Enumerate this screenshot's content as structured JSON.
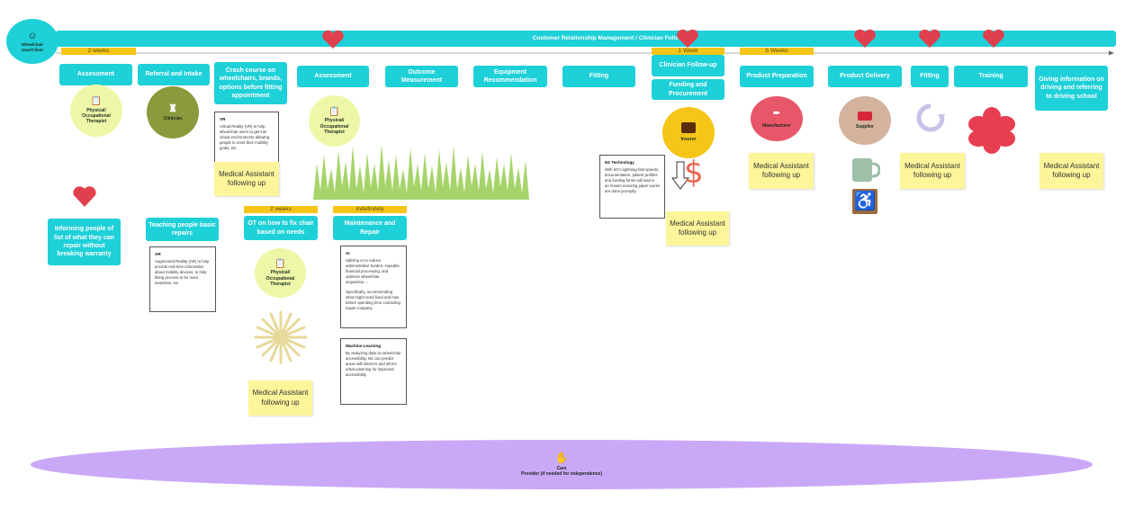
{
  "user": {
    "label": "Wheelchair User/Client",
    "icon": "person-icon"
  },
  "banner": {
    "title": "Customer Relationship Management / Clinician Follow-Up"
  },
  "durations": {
    "two_weeks": "2 weeks",
    "one_week": "1 Week",
    "five_weeks": "5 Weeks",
    "indefinitely": "Indefinitely"
  },
  "stages": {
    "assessment1": "Assessment",
    "referral": "Referral and Intake",
    "crash_course": "Crash course on wheelchairs, brands, options before fitting appointment",
    "assessment2": "Assessment",
    "outcome": "Outcome Measurement",
    "equipment": "Equipment Recommendation",
    "fitting1": "Fitting",
    "clinician_followup": "Clinician Follow-up",
    "funding": "Funding and Procurement",
    "product_prep": "Product Preparation",
    "product_delivery": "Product Delivery",
    "fitting2": "Fitting",
    "training": "Training",
    "driving": "Giving information on driving and referring to driving school",
    "informing": "Informing people of list of what they can repair without breaking warranty",
    "teaching": "Teaching people basic repairs",
    "ot_fix": "OT on how to fix chair based on needs",
    "maintenance": "Maintenance and Repair"
  },
  "actors": {
    "therapist": "Physical/ Occupational Therapist",
    "clinician": "Clinician",
    "insurer": "Insurer",
    "manufacturer": "Manufacturer",
    "supplier": "Supplier"
  },
  "sticky_notes": {
    "medical_assistant": "Medical Assistant following up"
  },
  "notes": {
    "vr": {
      "title": "VR",
      "body": "Virtual Reality (VR) to help wheelchair users to get into virtual environments allowing people to meet their mobility goals, etc."
    },
    "ar": {
      "title": "AR",
      "body": "Augmented Reality (AR) to help provide real-time information about mobility devices, to help fitting process to be more seamless, etc."
    },
    "ai": {
      "title": "AI",
      "body1": "Utilizing AI to reduce administrative burden, expedite financial processing, and optimize wheelchair acquisition....",
      "body2": "Specifically, recommending what might need fixed and how before spending time contacting repair company"
    },
    "ml": {
      "title": "Machine Learning",
      "body": "By analyzing data on wheelchair accessibility, ML can predict areas with barriers and inform urban planning for improved accessibility."
    },
    "fiveg": {
      "title": "5G Technology",
      "body": "With 5G's lightning-fast speeds, documentation, patient profiles and funding forms will load in an instant ensuring paper works are done promptly"
    }
  },
  "care": {
    "line1": "Care",
    "line2": "Provider (if needed for independence)"
  },
  "colors": {
    "teal": "#1ed0d8",
    "tag": "#f5c518",
    "sticky": "#fdf59a",
    "heart": "#e0404e",
    "ellipse": "#c9a9f7"
  }
}
